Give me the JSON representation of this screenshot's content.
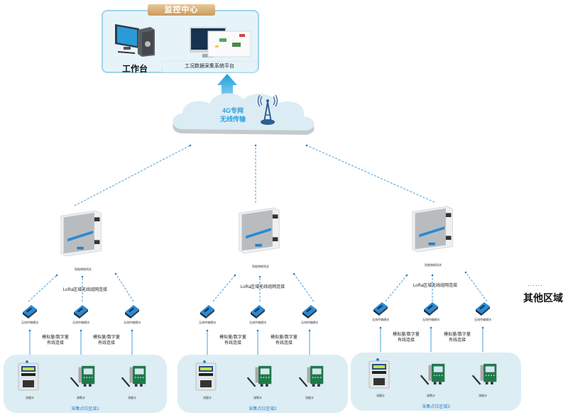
{
  "monitoring_center": {
    "title": "监控中心",
    "workstation_label": "工作台",
    "platform_label": "工况数据采集系统平台"
  },
  "cloud": {
    "line1": "4G专网",
    "line2": "无线传输",
    "tower_icon": "signal-tower-icon"
  },
  "gateways": [
    {
      "label": "智能物联网关",
      "lora_label": "LoRa区域无线组网连接"
    },
    {
      "label": "智能物联网关",
      "lora_label": "LoRa区域无线组网连接"
    },
    {
      "label": "智能物联网关",
      "lora_label": "LoRa区域无线组网连接"
    }
  ],
  "module_label": "无线传输模块",
  "wired_label": {
    "line1": "模拟量/数字量",
    "line2": "有线连接"
  },
  "regions": [
    {
      "label": "采集点位区域1",
      "sensors": [
        "流量计",
        "溶氧计",
        "浊度计"
      ]
    },
    {
      "label": "采集点位区域2",
      "sensors": [
        "流量计",
        "溶氧计",
        "浊度计"
      ]
    },
    {
      "label": "采集点位区域3",
      "sensors": [
        "流量计",
        "溶氧计",
        "浊度计"
      ]
    }
  ],
  "other_regions": {
    "dots": "······",
    "label": "其他区域"
  },
  "colors": {
    "accent_blue": "#29a3e0",
    "line_blue": "#4a9fd8",
    "region_bg": "#dcedf4",
    "center_border": "#9fd3ea",
    "title_gold": "#c99b5d"
  }
}
